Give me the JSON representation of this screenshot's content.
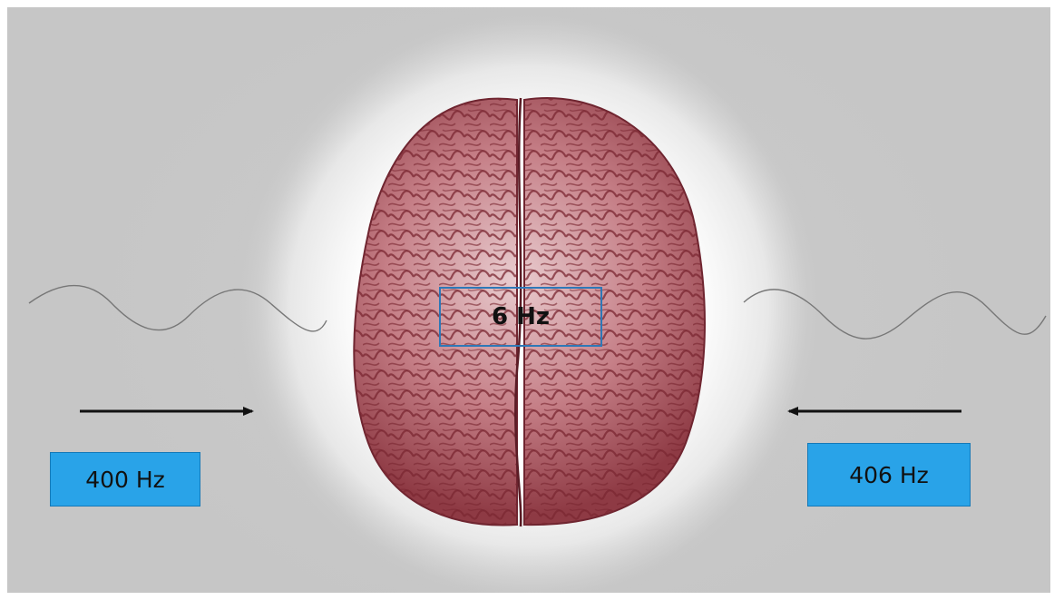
{
  "left_input": {
    "frequency_label": "400 Hz"
  },
  "right_input": {
    "frequency_label": "406 Hz"
  },
  "brain": {
    "beat_frequency_label": "6 Hz"
  },
  "colors": {
    "label_box_fill": "#29a3e8",
    "center_box_border": "#2e78b7",
    "brain_fill": "#a8525a",
    "wave_stroke": "#777777",
    "arrow": "#111111"
  },
  "icons": [
    "left-sine-wave-icon",
    "right-sine-wave-icon",
    "left-arrow-icon",
    "right-arrow-icon",
    "brain-icon"
  ]
}
